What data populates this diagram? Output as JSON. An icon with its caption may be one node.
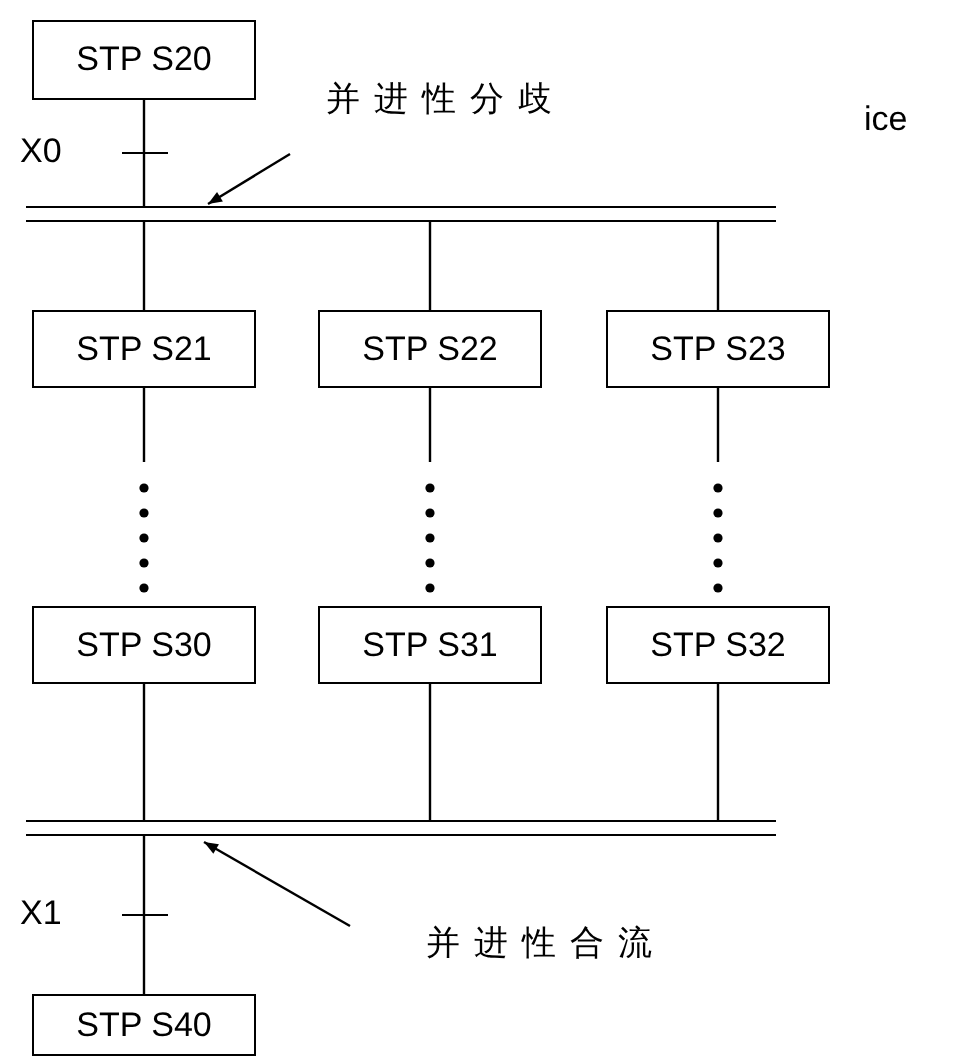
{
  "diagram": {
    "nodes": [
      {
        "text": [
          "STP S20"
        ]
      },
      {
        "text": [
          "并进性分歧"
        ]
      },
      {
        "text": [],
        "shape": "bar"
      },
      {
        "text": [
          "STP S21"
        ]
      },
      {
        "text": [
          "STP S22"
        ]
      },
      {
        "text": [
          "STP S23"
        ]
      },
      {
        "text": [
          "STP S30"
        ]
      },
      {
        "text": [
          "STP S31"
        ]
      },
      {
        "text": [
          "STP S32"
        ]
      },
      {
        "text": [],
        "shape": "bar"
      },
      {
        "text": [
          "并进性合流"
        ]
      },
      {
        "text": [
          "STP S40"
        ]
      }
    ],
    "edges": [
      {
        "from": 0,
        "to": 2,
        "arrow": "none",
        "label": "X0"
      },
      {
        "from": 1,
        "to": 2,
        "arrow": "to"
      },
      {
        "from": 2,
        "to": 3,
        "arrow": "none"
      },
      {
        "from": 2,
        "to": 4,
        "arrow": "none"
      },
      {
        "from": 2,
        "to": 5,
        "arrow": "none"
      },
      {
        "from": 3,
        "to": 6,
        "arrow": "none",
        "style": "dashed"
      },
      {
        "from": 4,
        "to": 7,
        "arrow": "none",
        "style": "dashed"
      },
      {
        "from": 5,
        "to": 8,
        "arrow": "none",
        "style": "dashed"
      },
      {
        "from": 6,
        "to": 9,
        "arrow": "none"
      },
      {
        "from": 7,
        "to": 9,
        "arrow": "none"
      },
      {
        "from": 8,
        "to": 9,
        "arrow": "none"
      },
      {
        "from": 10,
        "to": 9,
        "arrow": "to"
      },
      {
        "from": 9,
        "to": 11,
        "arrow": "none",
        "label": "X1"
      }
    ],
    "labels": [
      "ice"
    ]
  }
}
